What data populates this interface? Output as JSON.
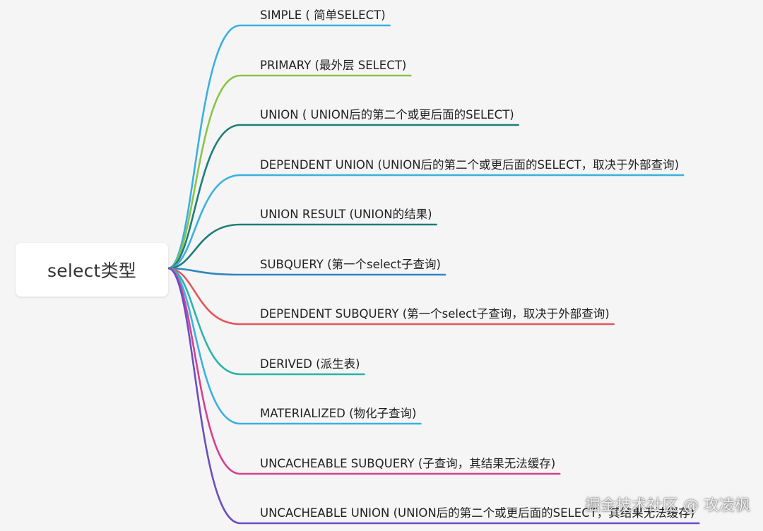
{
  "root": {
    "label": "select类型"
  },
  "branches": [
    {
      "label": "SIMPLE ( 简单SELECT)",
      "color": "#3bb0e0"
    },
    {
      "label": "PRIMARY (最外层 SELECT)",
      "color": "#8bc34a"
    },
    {
      "label": "UNION ( UNION后的第二个或更后面的SELECT)",
      "color": "#1e7d78"
    },
    {
      "label": "DEPENDENT UNION (UNION后的第二个或更后面的SELECT，取决于外部查询)",
      "color": "#3bb0e0"
    },
    {
      "label": "UNION RESULT (UNION的结果)",
      "color": "#1e7d78"
    },
    {
      "label": "SUBQUERY (第一个select子查询)",
      "color": "#2f86c0"
    },
    {
      "label": "DEPENDENT SUBQUERY (第一个select子查询，取决于外部查询)",
      "color": "#e8545c"
    },
    {
      "label": "DERIVED (派生表)",
      "color": "#2bb3a8"
    },
    {
      "label": "MATERIALIZED (物化子查询)",
      "color": "#3bb0e0"
    },
    {
      "label": "UNCACHEABLE SUBQUERY (子查询，其结果无法缓存)",
      "color": "#d6408f"
    },
    {
      "label": "UNCACHEABLE UNION (UNION后的第二个或更后面的SELECT，其结果无法缓存)",
      "color": "#6a4fc4"
    }
  ],
  "watermark": "掘金技术社区 @ 攻凌枫"
}
